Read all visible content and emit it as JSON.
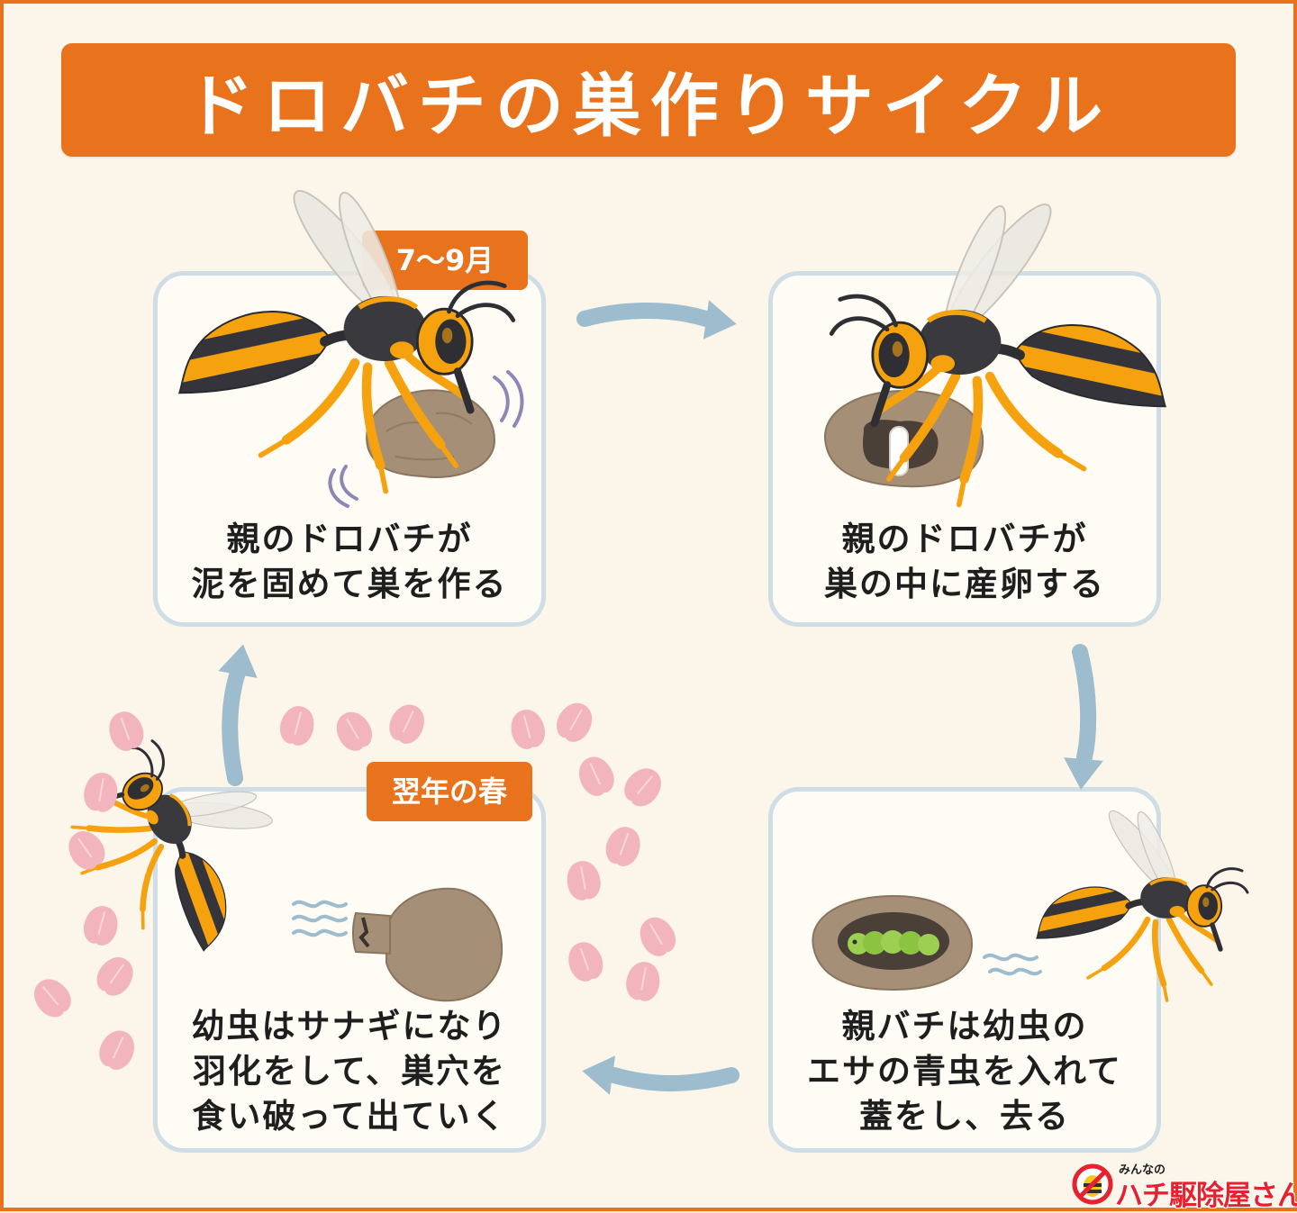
{
  "title": "ドロバチの巣作りサイクル",
  "steps": [
    {
      "tag": "7〜9月",
      "lines": [
        "親のドロバチが",
        "泥を固めて巣を作る"
      ]
    },
    {
      "tag": "",
      "lines": [
        "親のドロバチが",
        "巣の中に産卵する"
      ]
    },
    {
      "tag": "",
      "lines": [
        "親バチは幼虫の",
        "エサの青虫を入れて",
        "蓋をし、去る"
      ]
    },
    {
      "tag": "翌年の春",
      "lines": [
        "幼虫はサナギになり",
        "羽化をして、巣穴を",
        "食い破って出ていく"
      ]
    }
  ],
  "logo": {
    "small": "みんなの",
    "main": "ハチ駆除屋さん"
  },
  "colors": {
    "accent": "#e8731c",
    "card_border": "#cfdde6",
    "arrow": "#9dbccd",
    "background": "#fbf5ea",
    "petal": "#f2b4bd",
    "wasp_orange": "#f5a20e",
    "wasp_black": "#3a3a3e",
    "mud": "#a58f77"
  },
  "icons": [
    "wasp-icon",
    "mud-nest-icon",
    "egg-icon",
    "caterpillar-icon",
    "cycle-arrow-icon",
    "cherry-petal-icon"
  ]
}
